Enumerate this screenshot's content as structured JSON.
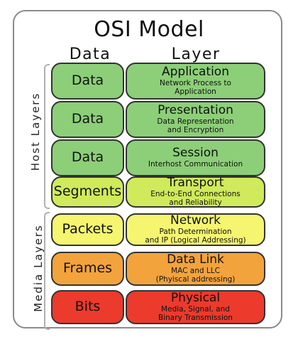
{
  "title": "OSI Model",
  "headers": {
    "data": "Data",
    "layer": "Layer"
  },
  "groups": {
    "host": "Host Layers",
    "media": "Media Layers"
  },
  "layers": [
    {
      "data": "Data",
      "name": "Application",
      "desc1": "Network Process to",
      "desc2": "Application",
      "color": "#8ccf78"
    },
    {
      "data": "Data",
      "name": "Presentation",
      "desc1": "Data Representation",
      "desc2": "and Encryption",
      "color": "#8ccf78"
    },
    {
      "data": "Data",
      "name": "Session",
      "desc1": "Interhost Communication",
      "desc2": "",
      "color": "#8ccf78"
    },
    {
      "data": "Segments",
      "name": "Transport",
      "desc1": "End-to-End Connections",
      "desc2": "and Reliability",
      "color": "#cfea5a"
    },
    {
      "data": "Packets",
      "name": "Network",
      "desc1": "Path Determination",
      "desc2": "and IP (Logical Addressing)",
      "color": "#f5f570"
    },
    {
      "data": "Frames",
      "name": "Data Link",
      "desc1": "MAC and LLC",
      "desc2": "(Phyiscal addressing)",
      "color": "#f3a33c"
    },
    {
      "data": "Bits",
      "name": "Physical",
      "desc1": "Media, Signal, and",
      "desc2": "Binary Transmission",
      "color": "#ec3a2c"
    }
  ]
}
